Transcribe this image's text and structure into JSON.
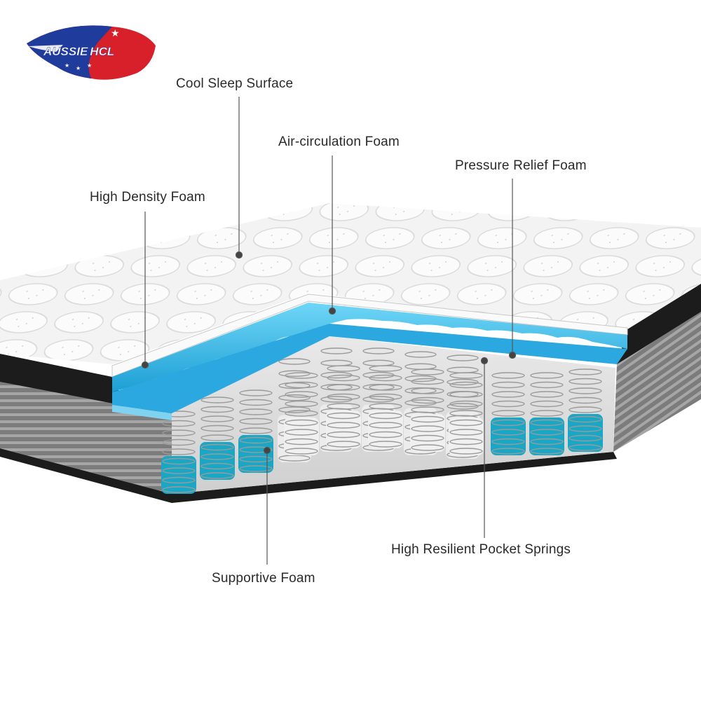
{
  "brand": {
    "name": "AUSSIE HCL",
    "left": "AUSSIE",
    "right": "HCL",
    "colors": {
      "red": "#d8202a",
      "blue": "#1f3b9c",
      "white": "#ffffff"
    }
  },
  "labels": {
    "cool_sleep_surface": "Cool Sleep Surface",
    "air_circulation_foam": "Air-circulation Foam",
    "pressure_relief_foam": "Pressure Relief Foam",
    "high_density_foam": "High Density Foam",
    "high_resilient_pocket_springs": "High Resilient Pocket Springs",
    "supportive_foam": "Supportive Foam"
  },
  "colors": {
    "foam_blue": "#2fb6e6",
    "spring_teal": "#1aa7c6",
    "quilt": "#f2f2f2",
    "side_grey": "#8a8a8a",
    "border_black": "#1c1c1c"
  }
}
